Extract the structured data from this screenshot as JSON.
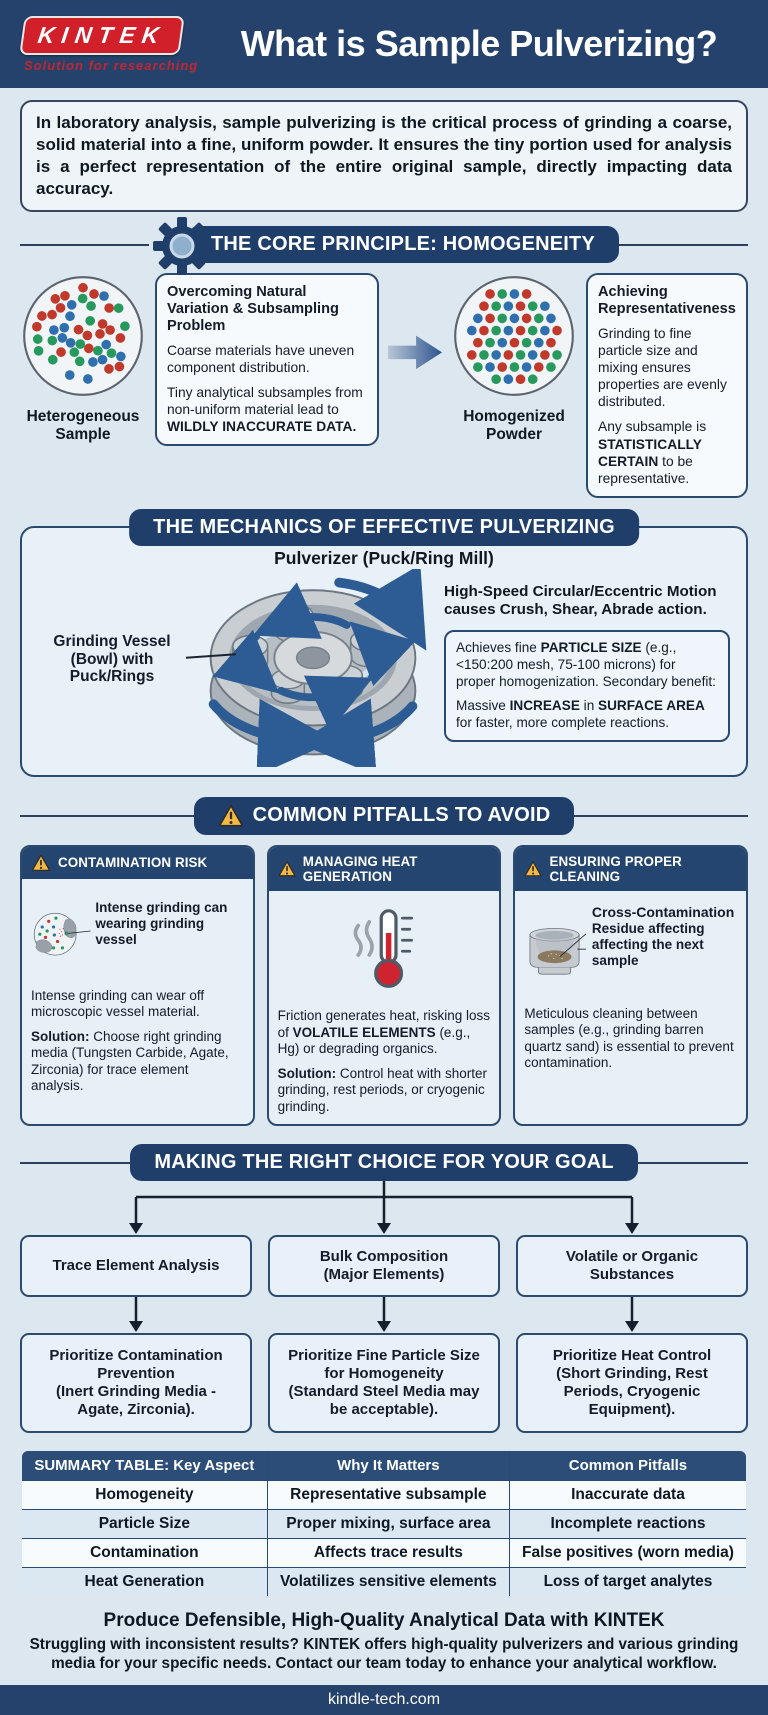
{
  "header": {
    "logo_text": "KINTEK",
    "logo_tagline": "Solution for researching",
    "title": "What is Sample Pulverizing?"
  },
  "intro": {
    "text": "In laboratory analysis, sample pulverizing is the critical process of grinding a coarse, solid material into a fine, uniform powder. It ensures the tiny portion used for analysis is a perfect representation of the entire original sample, directly impacting data accuracy."
  },
  "core": {
    "heading": "THE CORE PRINCIPLE: HOMOGENEITY",
    "left_label": "Heterogeneous Sample",
    "right_label": "Homogenized Powder",
    "dot_colors": [
      "#c0392b",
      "#27995c",
      "#2f6fae"
    ],
    "box1": {
      "title": "Overcoming Natural Variation & Subsampling Problem",
      "p1": "Coarse materials have uneven component distribution.",
      "p2": [
        {
          "t": "Tiny analytical subsamples from non-uniform material lead to "
        },
        {
          "t": "WILDLY INACCURATE DATA.",
          "b": true
        }
      ]
    },
    "box2": {
      "title": "Achieving Representativeness",
      "p1": "Grinding to fine particle size and mixing ensures properties are evenly distributed.",
      "p2": [
        {
          "t": "Any subsample is "
        },
        {
          "t": "STATISTICALLY CERTAIN",
          "b": true
        },
        {
          "t": " to be representative."
        }
      ]
    }
  },
  "mechanics": {
    "heading": "THE MECHANICS OF EFFECTIVE PULVERIZING",
    "subtitle": "Pulverizer (Puck/Ring Mill)",
    "left_label": "Grinding Vessel (Bowl) with Puck/Rings",
    "motion_label": "High-Speed Circular/Eccentric Motion causes Crush, Shear, Abrade action.",
    "benefit_p1": [
      {
        "t": "Achieves fine "
      },
      {
        "t": "PARTICLE SIZE",
        "b": true
      },
      {
        "t": " (e.g., <150:200 mesh, 75-100 microns) for proper homogenization. Secondary benefit:"
      }
    ],
    "benefit_p2": [
      {
        "t": "Massive "
      },
      {
        "t": "INCREASE",
        "b": true
      },
      {
        "t": " in "
      },
      {
        "t": "SURFACE AREA",
        "b": true
      },
      {
        "t": " for faster, more complete reactions."
      }
    ]
  },
  "pitfalls": {
    "heading": "COMMON PITFALLS TO AVOID",
    "cards": [
      {
        "title": "CONTAMINATION RISK",
        "callout": "Intense grinding can wearing grinding vessel",
        "p1": "Intense grinding can wear off microscopic vessel material.",
        "p2": [
          {
            "t": "Solution:",
            "b": true
          },
          {
            "t": " Choose right grinding media (Tungsten Carbide, Agate, Zirconia) for trace element analysis."
          }
        ]
      },
      {
        "title": "MANAGING HEAT GENERATION",
        "p1": [
          {
            "t": "Friction generates heat, risking loss of "
          },
          {
            "t": "VOLATILE ELEMENTS",
            "b": true
          },
          {
            "t": " (e.g., Hg) or degrading organics."
          }
        ],
        "p2": [
          {
            "t": "Solution:",
            "b": true
          },
          {
            "t": " Control heat with shorter grinding, rest periods, or cryogenic grinding."
          }
        ]
      },
      {
        "title": "ENSURING PROPER CLEANING",
        "callout_title": "Cross-Contamination",
        "callout": "Residue affecting affecting the next sample",
        "p1": "Meticulous cleaning between samples (e.g., grinding barren quartz sand) is essential to prevent contamination."
      }
    ]
  },
  "choice": {
    "heading": "MAKING THE RIGHT CHOICE FOR YOUR GOAL",
    "columns": [
      {
        "goal_bold": "Trace Element Analysis",
        "goal_sub": "",
        "action_bold": "Prioritize Contamination Prevention",
        "action_sub": "(Inert Grinding Media - Agate, Zirconia)."
      },
      {
        "goal_bold": "Bulk Composition",
        "goal_sub": "(Major Elements)",
        "action_bold": "Prioritize Fine Particle Size for Homogeneity",
        "action_sub": "(Standard Steel Media may be acceptable)."
      },
      {
        "goal_bold": "Volatile or Organic Substances",
        "goal_sub": "",
        "action_bold": "Prioritize Heat Control",
        "action_sub": "(Short Grinding, Rest Periods, Cryogenic Equipment)."
      }
    ]
  },
  "table": {
    "headers": [
      "SUMMARY TABLE: Key Aspect",
      "Why It Matters",
      "Common Pitfalls"
    ],
    "rows": [
      [
        "Homogeneity",
        "Representative subsample",
        "Inaccurate data"
      ],
      [
        "Particle Size",
        "Proper mixing, surface area",
        "Incomplete reactions"
      ],
      [
        "Contamination",
        "Affects trace results",
        "False positives (worn media)"
      ],
      [
        "Heat Generation",
        "Volatilizes sensitive elements",
        "Loss of target analytes"
      ]
    ]
  },
  "footer": {
    "headline": "Produce Defensible, High-Quality Analytical Data with KINTEK",
    "body": "Struggling with inconsistent results? KINTEK offers high-quality pulverizers and various grinding media for your specific needs. Contact our team today to enhance your analytical workflow.",
    "website": "kindle-tech.com"
  },
  "colors": {
    "navy": "#24426b",
    "brand_red": "#d1202a",
    "warning_yellow": "#f4b942",
    "thermometer_red": "#cf2430",
    "arrow_blue": "#2d5b93"
  },
  "icons": [
    "gear-icon",
    "warning-icon",
    "thermometer-icon",
    "right-arrow-icon"
  ]
}
